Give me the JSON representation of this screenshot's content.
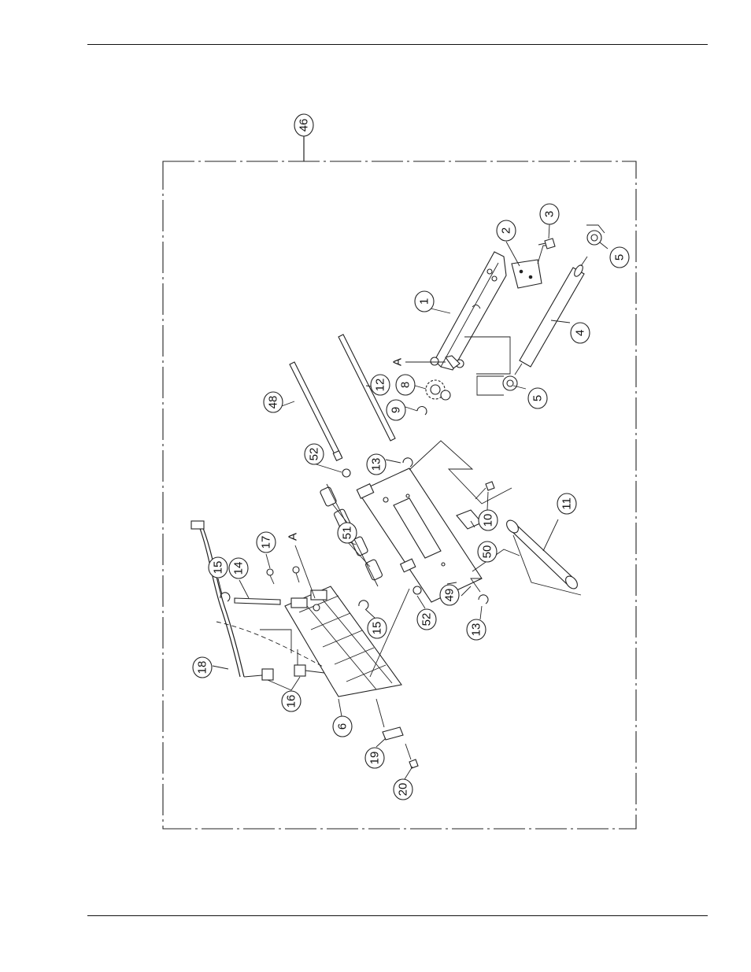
{
  "assembly": {
    "label": "46"
  },
  "section_marks": {
    "first": "A",
    "second": "A"
  },
  "callouts": [
    {
      "id": "c1",
      "label": "1"
    },
    {
      "id": "c2",
      "label": "2"
    },
    {
      "id": "c3",
      "label": "3"
    },
    {
      "id": "c4",
      "label": "4"
    },
    {
      "id": "c5a",
      "label": "5"
    },
    {
      "id": "c5b",
      "label": "5"
    },
    {
      "id": "c6",
      "label": "6"
    },
    {
      "id": "c8",
      "label": "8"
    },
    {
      "id": "c9",
      "label": "9"
    },
    {
      "id": "c10",
      "label": "10"
    },
    {
      "id": "c11",
      "label": "11"
    },
    {
      "id": "c12",
      "label": "12"
    },
    {
      "id": "c13a",
      "label": "13"
    },
    {
      "id": "c13b",
      "label": "13"
    },
    {
      "id": "c14",
      "label": "14"
    },
    {
      "id": "c15a",
      "label": "15"
    },
    {
      "id": "c15b",
      "label": "15"
    },
    {
      "id": "c16",
      "label": "16"
    },
    {
      "id": "c17",
      "label": "17"
    },
    {
      "id": "c18",
      "label": "18"
    },
    {
      "id": "c19",
      "label": "19"
    },
    {
      "id": "c20",
      "label": "20"
    },
    {
      "id": "c48",
      "label": "48"
    },
    {
      "id": "c49",
      "label": "49"
    },
    {
      "id": "c50",
      "label": "50"
    },
    {
      "id": "c51",
      "label": "51"
    },
    {
      "id": "c52a",
      "label": "52"
    },
    {
      "id": "c52b",
      "label": "52"
    }
  ]
}
